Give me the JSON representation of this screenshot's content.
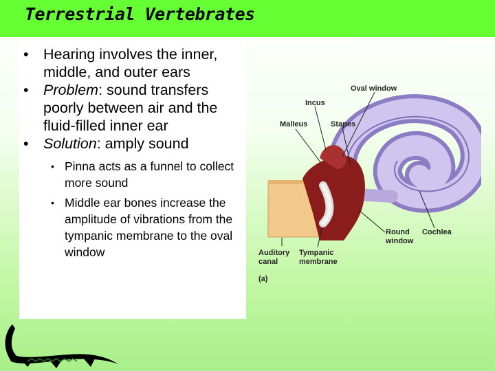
{
  "title": "Terrestrial Vertebrates",
  "bullets": [
    {
      "text": "Hearing involves the inner, middle, and outer ears"
    },
    {
      "em": "Problem",
      "rest": ": sound transfers poorly between air and the fluid-filled inner ear"
    },
    {
      "em": "Solution",
      "rest": ": amply sound",
      "sub": [
        "Pinna acts as a funnel to collect more sound",
        "Middle ear bones increase the amplitude of vibrations from the tympanic membrane to the oval window"
      ]
    }
  ],
  "figure": {
    "labels": {
      "oval_window": "Oval window",
      "incus": "Incus",
      "malleus": "Malleus",
      "stapes": "Stapes",
      "round_window": [
        "Round",
        "window"
      ],
      "cochlea": "Cochlea",
      "auditory_canal": [
        "Auditory",
        "canal"
      ],
      "tympanic_membrane": [
        "Tympanic",
        "membrane"
      ],
      "panel": "(a)"
    }
  },
  "colors": {
    "title_bar": "#66ff33",
    "cochlea": "#b7a9dc",
    "bone": "#8a1c1c",
    "canal": "#f2c98a"
  }
}
